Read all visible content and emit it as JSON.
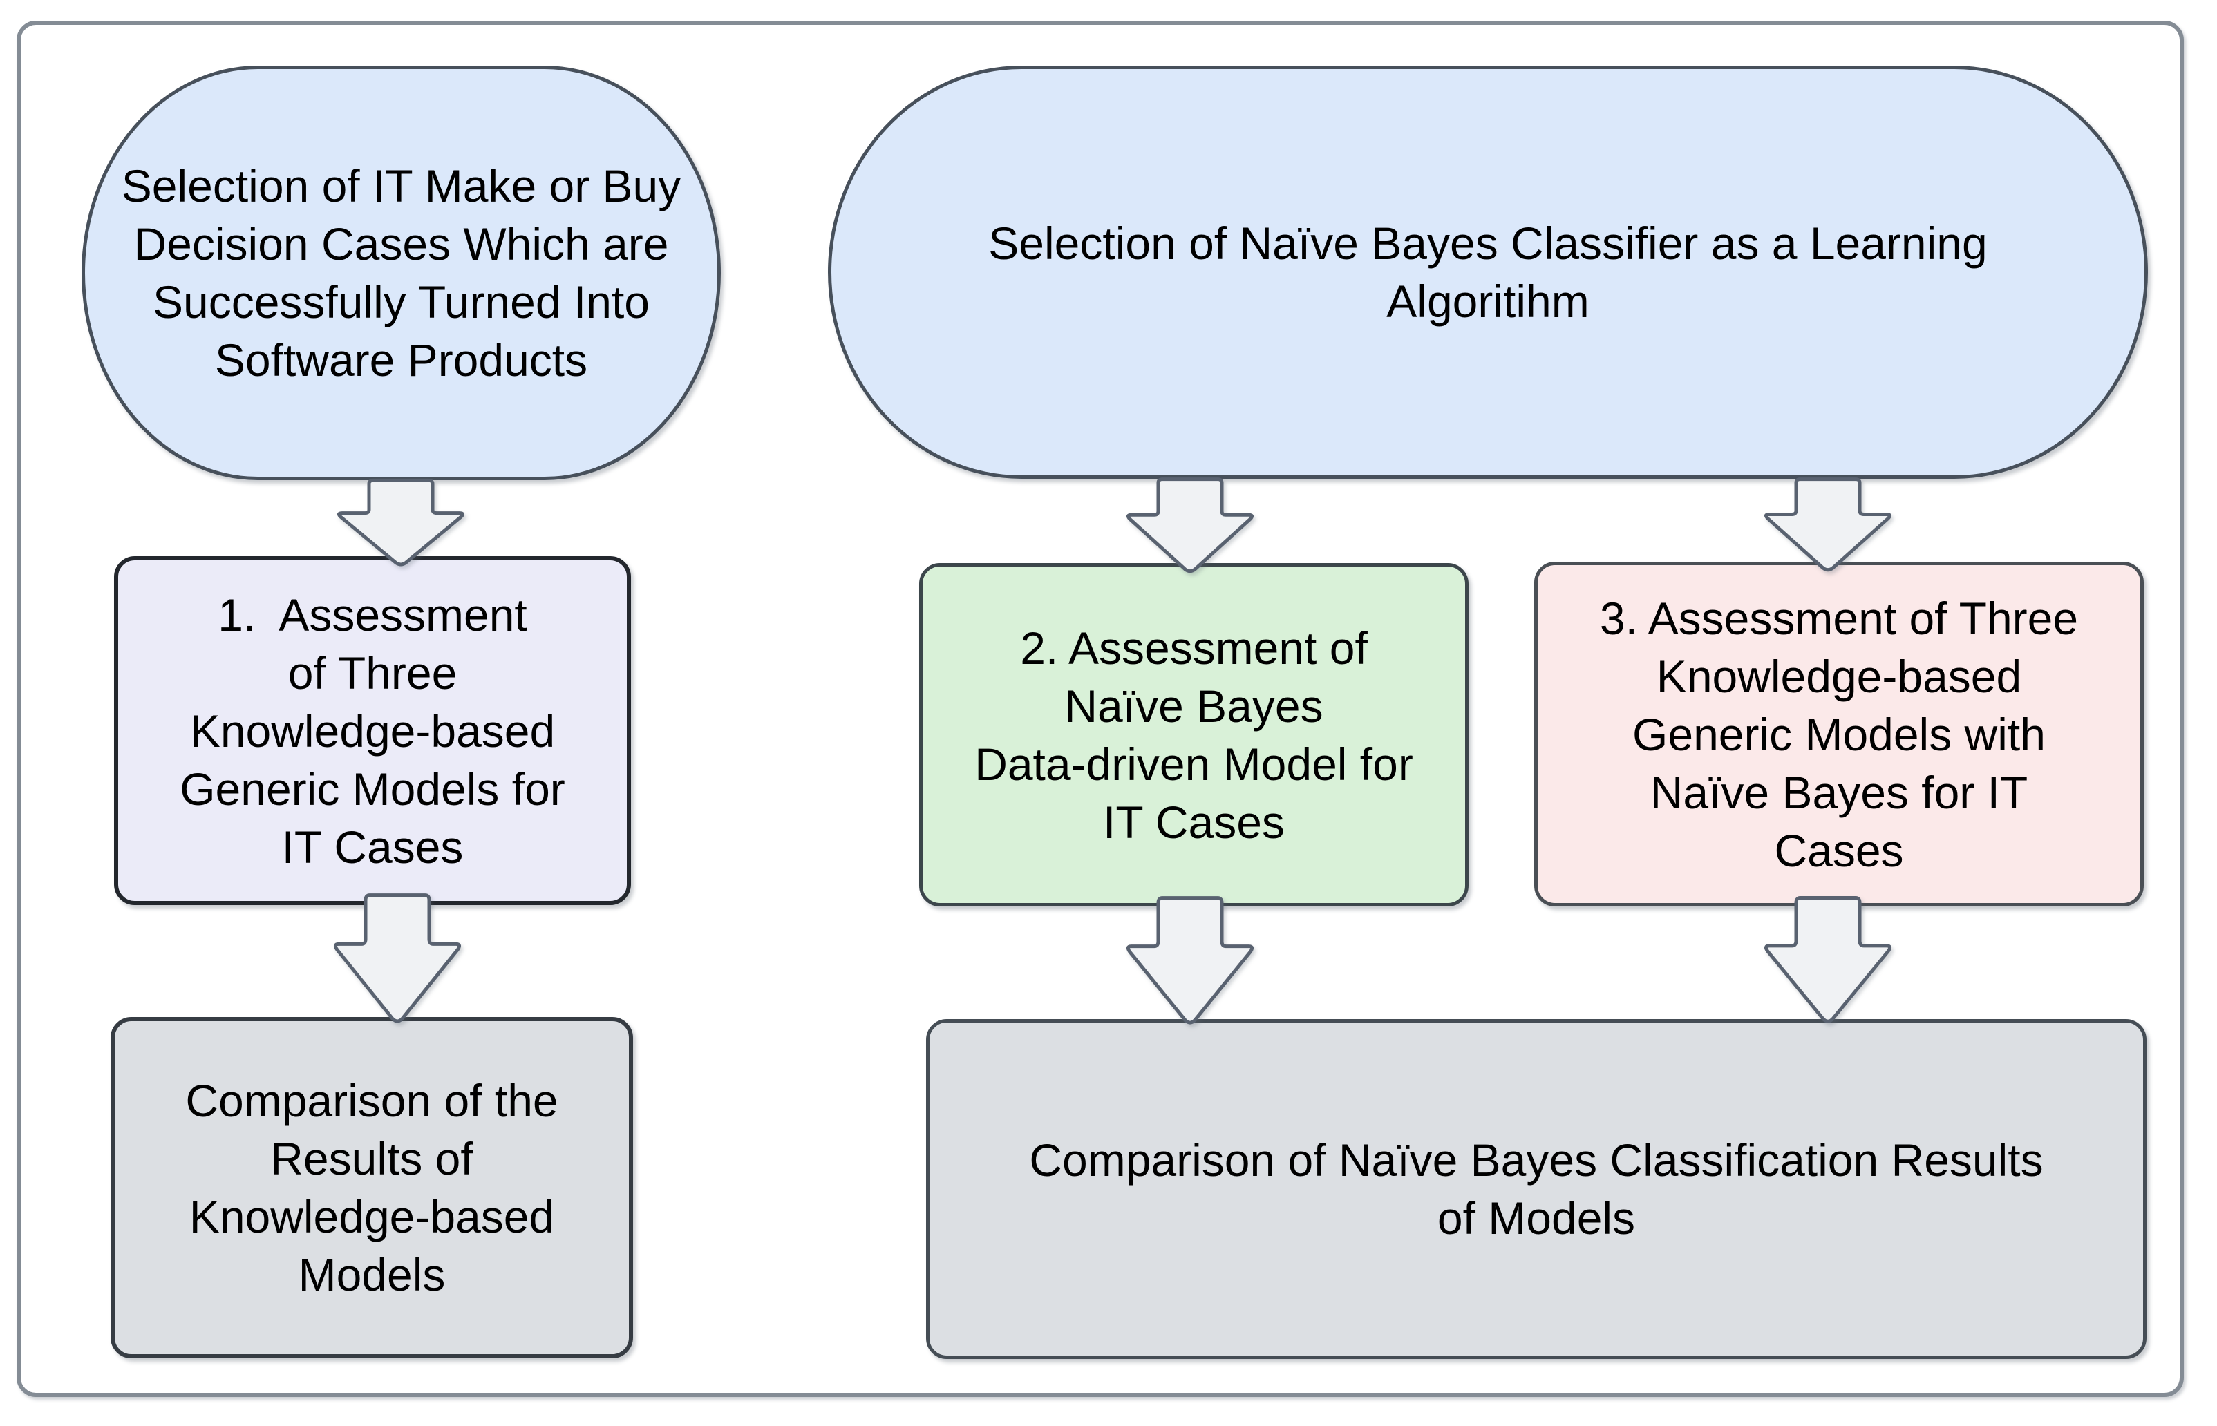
{
  "figure": {
    "background": "#ffffff",
    "frame_border_color": "#848c95",
    "nodes": {
      "case_selection": {
        "text": "Selection of IT Make or Buy\nDecision Cases Which are\nSuccessfully Turned Into\nSoftware Products",
        "fill": "#dbe8fa",
        "border": "#47505b"
      },
      "nb_selection": {
        "text": "Selection of Naïve Bayes Classifier as a Learning\nAlgoritihm",
        "fill": "#dbe8fa",
        "border": "#47505b"
      },
      "assessment_kb": {
        "text": "1.  Assessment\nof Three\nKnowledge-based\nGeneric Models for\nIT Cases",
        "fill": "#ebebf8",
        "border": "#23272d"
      },
      "assessment_nb": {
        "text": "2. Assessment of\nNaïve Bayes\nData-driven Model for\nIT Cases",
        "fill": "#d9f1d8",
        "border": "#3c464b"
      },
      "assessment_kb_nb": {
        "text": "3. Assessment of Three\nKnowledge-based\nGeneric Models with\nNaïve Bayes for IT\nCases",
        "fill": "#fbe9e9",
        "border": "#4a4f55"
      },
      "comparison_kb": {
        "text": "Comparison of the\nResults of\nKnowledge-based\nModels",
        "fill": "#dcdfe3",
        "border": "#363c43"
      },
      "comparison_nb": {
        "text": "Comparison of Naïve Bayes Classification Results\nof Models",
        "fill": "#dcdfe3",
        "border": "#454d55"
      }
    },
    "arrow": {
      "fill": "#f0f2f4",
      "border": "#596270"
    }
  }
}
